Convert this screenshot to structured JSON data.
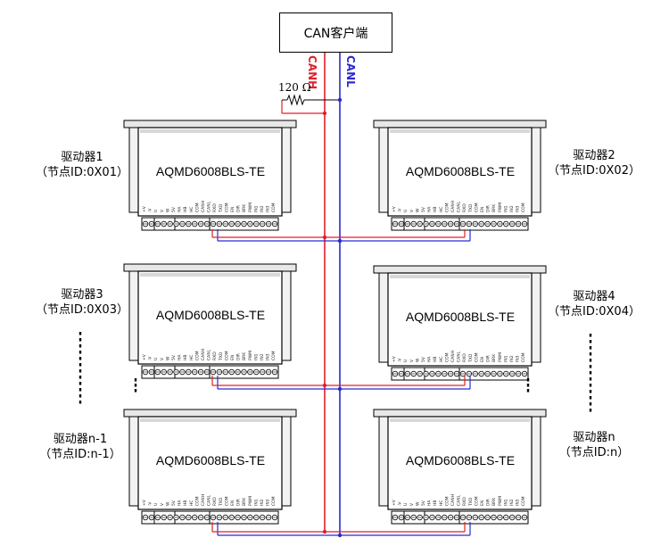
{
  "client": {
    "label": "CAN客户端"
  },
  "bus": {
    "canh_label": "CANH",
    "canl_label": "CANL",
    "canh_color": "#e0202a",
    "canl_color": "#2a2ad0"
  },
  "terminator": {
    "label": "120 Ω"
  },
  "model_name": "AQMD6008BLS-TE",
  "drivers": [
    {
      "name": "驱动器1",
      "node": "（节点ID:0X01）"
    },
    {
      "name": "驱动器2",
      "node": "（节点ID:0X02）"
    },
    {
      "name": "驱动器3",
      "node": "（节点ID:0X03）"
    },
    {
      "name": "驱动器4",
      "node": "（节点ID:0X04）"
    },
    {
      "name": "驱动器n-1",
      "node": "（节点ID:n-1）"
    },
    {
      "name": "驱动器n",
      "node": "（节点ID:n）"
    }
  ],
  "pin_labels": [
    "+V",
    "-V",
    "U",
    "V",
    "W",
    "5V",
    "HA",
    "HB",
    "HC",
    "COM",
    "CANH",
    "CANL",
    "RXD",
    "TXD",
    "COM",
    "EN",
    "DIR",
    "BRK",
    "PWM",
    "IN1",
    "IN2",
    "IN3",
    "COM"
  ]
}
